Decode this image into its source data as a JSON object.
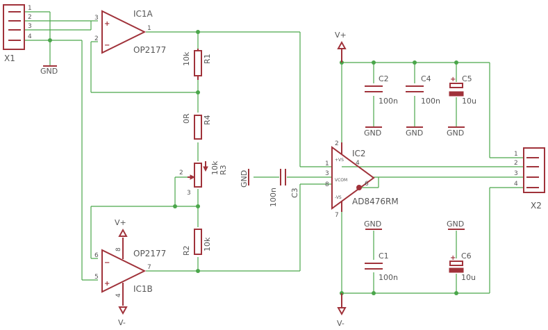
{
  "components": {
    "x1": {
      "ref": "X1",
      "gnd": "GND",
      "pins": [
        "1",
        "2",
        "3",
        "4"
      ]
    },
    "ic1a": {
      "ref": "IC1A",
      "value": "OP2177",
      "pin_plus": "3",
      "pin_minus": "2",
      "pin_out": "1",
      "plus_sign": "+",
      "minus_sign": "−"
    },
    "ic1b": {
      "ref": "IC1B",
      "value": "OP2177",
      "pin_minus": "6",
      "pin_plus": "5",
      "pin_out": "7",
      "pin_vp": "8",
      "pin_vm": "4",
      "plus_sign": "+",
      "minus_sign": "−",
      "vplus": "V+",
      "vminus": "V-"
    },
    "r1": {
      "ref": "R1",
      "value": "10k"
    },
    "r4": {
      "ref": "R4",
      "value": "0R"
    },
    "r3": {
      "ref": "R3",
      "value": "10k",
      "pin_wiper": "2",
      "pin_bottom": "3"
    },
    "r2": {
      "ref": "R2",
      "value": "10k"
    },
    "c3": {
      "ref": "C3",
      "value": "100n",
      "gnd": "GND"
    },
    "ic2": {
      "ref": "IC2",
      "value": "AD8476RM",
      "pin_vs_plus": "2",
      "pin_1": "1",
      "pin_3": "3",
      "pin_8": "8",
      "pin_7": "7",
      "pin_4": "4",
      "pin_6": "6",
      "label_vs_plus": "+VS",
      "label_vcom": "VCOM",
      "label_vs_minus": "-VS",
      "vplus": "V+",
      "vminus": "V-"
    },
    "c2": {
      "ref": "C2",
      "value": "100n",
      "gnd": "GND"
    },
    "c4": {
      "ref": "C4",
      "value": "100n",
      "gnd": "GND"
    },
    "c5": {
      "ref": "C5",
      "value": "10u",
      "gnd": "GND",
      "polarity": "+"
    },
    "c1": {
      "ref": "C1",
      "value": "100n",
      "gnd": "GND"
    },
    "c6": {
      "ref": "C6",
      "value": "10u",
      "gnd": "GND",
      "polarity": "+"
    },
    "x2": {
      "ref": "X2",
      "pins": [
        "1",
        "2",
        "3",
        "4"
      ]
    }
  },
  "colors": {
    "wire": "#4aa64a",
    "part": "#a0323a",
    "text": "#555555"
  }
}
